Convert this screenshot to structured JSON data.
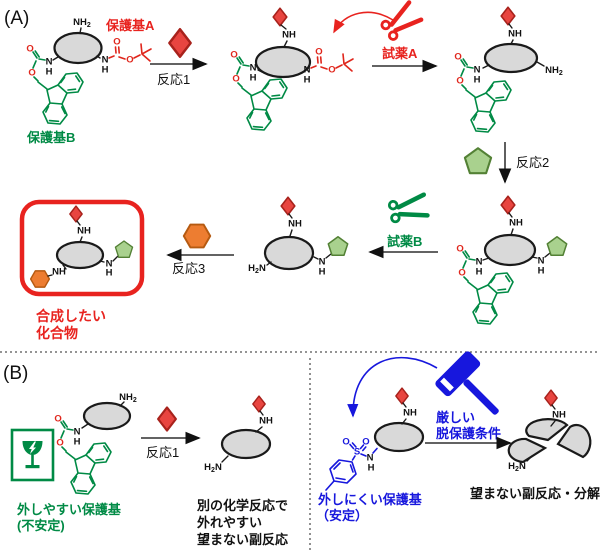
{
  "panel_a": {
    "label": "(A)",
    "protecting_group_a_label": "保護基A",
    "protecting_group_b_label": "保護基B",
    "reaction1_label": "反応1",
    "reaction2_label": "反応2",
    "reaction3_label": "反応3",
    "reagent_a_label": "試薬A",
    "reagent_b_label": "試薬B",
    "target_compound_line1": "合成したい",
    "target_compound_line2": "化合物"
  },
  "panel_b": {
    "label": "(B)",
    "reaction1_label": "反応1",
    "easy_group_line1": "外しやすい保護基",
    "easy_group_line2": "(不安定)",
    "hard_group_line1": "外しにくい保護基",
    "hard_group_line2": "（安定）",
    "harsh_condition_line1": "厳しい",
    "harsh_condition_line2": "脱保護条件",
    "side_reaction_line1": "別の化学反応で",
    "side_reaction_line2": "外れやすい",
    "side_reaction_line3": "望まない副反応",
    "decomposition_label": "望まない副反応・分解"
  },
  "atoms": {
    "nh": "NH",
    "n": "N",
    "h": "H",
    "o": "O",
    "s": "S",
    "two": "2"
  },
  "icons": {
    "scissors_red": "scissors-icon",
    "scissors_green": "scissors-icon",
    "hammer": "hammer-icon",
    "fragile_glass": "fragile-glass-icon"
  },
  "colors": {
    "red_accent": "#e8231f",
    "diamond_fill": "#e84540",
    "green_accent": "#008a45",
    "pentagon_fill": "#a9d18e",
    "pentagon_border": "#538135",
    "hexagon_fill": "#ed7d31",
    "blue_accent": "#1717dd",
    "carrier_gray": "#d9d9d9"
  }
}
